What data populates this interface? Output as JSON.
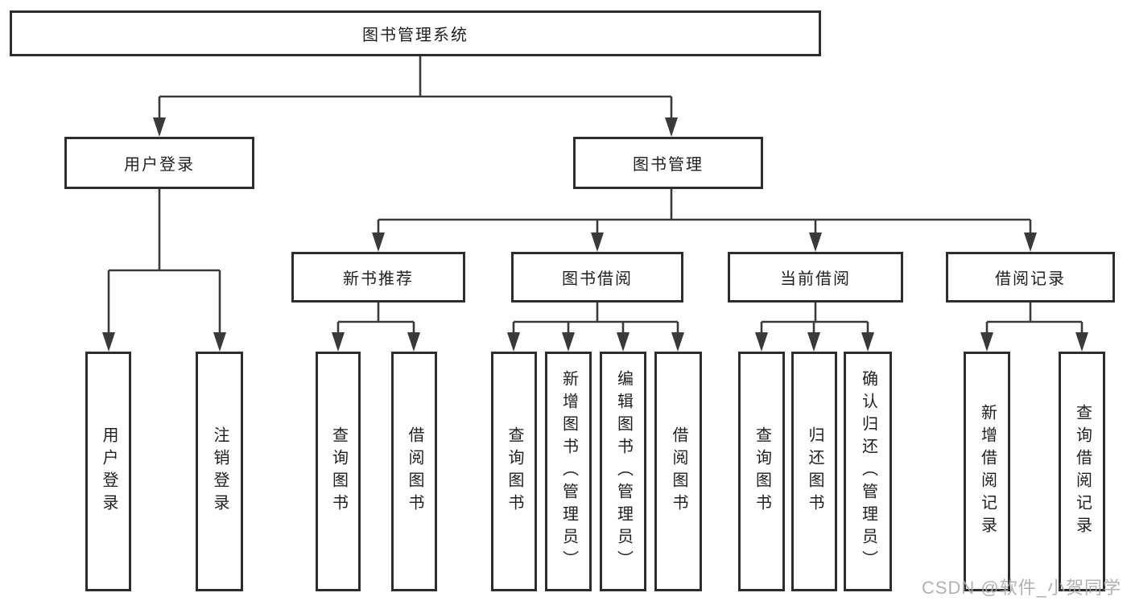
{
  "tree": {
    "root": {
      "label": "图书管理系统"
    },
    "branches": [
      {
        "label": "用户登录",
        "children": [
          {
            "label": "用户登录"
          },
          {
            "label": "注销登录"
          }
        ]
      },
      {
        "label": "图书管理",
        "children": [
          {
            "label": "新书推荐",
            "children": [
              {
                "label": "查询图书"
              },
              {
                "label": "借阅图书"
              }
            ]
          },
          {
            "label": "图书借阅",
            "children": [
              {
                "label": "查询图书"
              },
              {
                "label": "新增图书（管理员）"
              },
              {
                "label": "编辑图书（管理员）"
              },
              {
                "label": "借阅图书"
              }
            ]
          },
          {
            "label": "当前借阅",
            "children": [
              {
                "label": "查询图书"
              },
              {
                "label": "归还图书"
              },
              {
                "label": "确认归还（管理员）"
              }
            ]
          },
          {
            "label": "借阅记录",
            "children": [
              {
                "label": "新增借阅记录"
              },
              {
                "label": "查询借阅记录"
              }
            ]
          }
        ]
      }
    ]
  },
  "watermark": {
    "text": "CSDN @软件_小贺同学"
  },
  "colors": {
    "line": "#3a3a3a",
    "border": "#2d2d2d",
    "text": "#1f1f1f",
    "watermark": "#a8a8a8",
    "background": "#ffffff"
  }
}
